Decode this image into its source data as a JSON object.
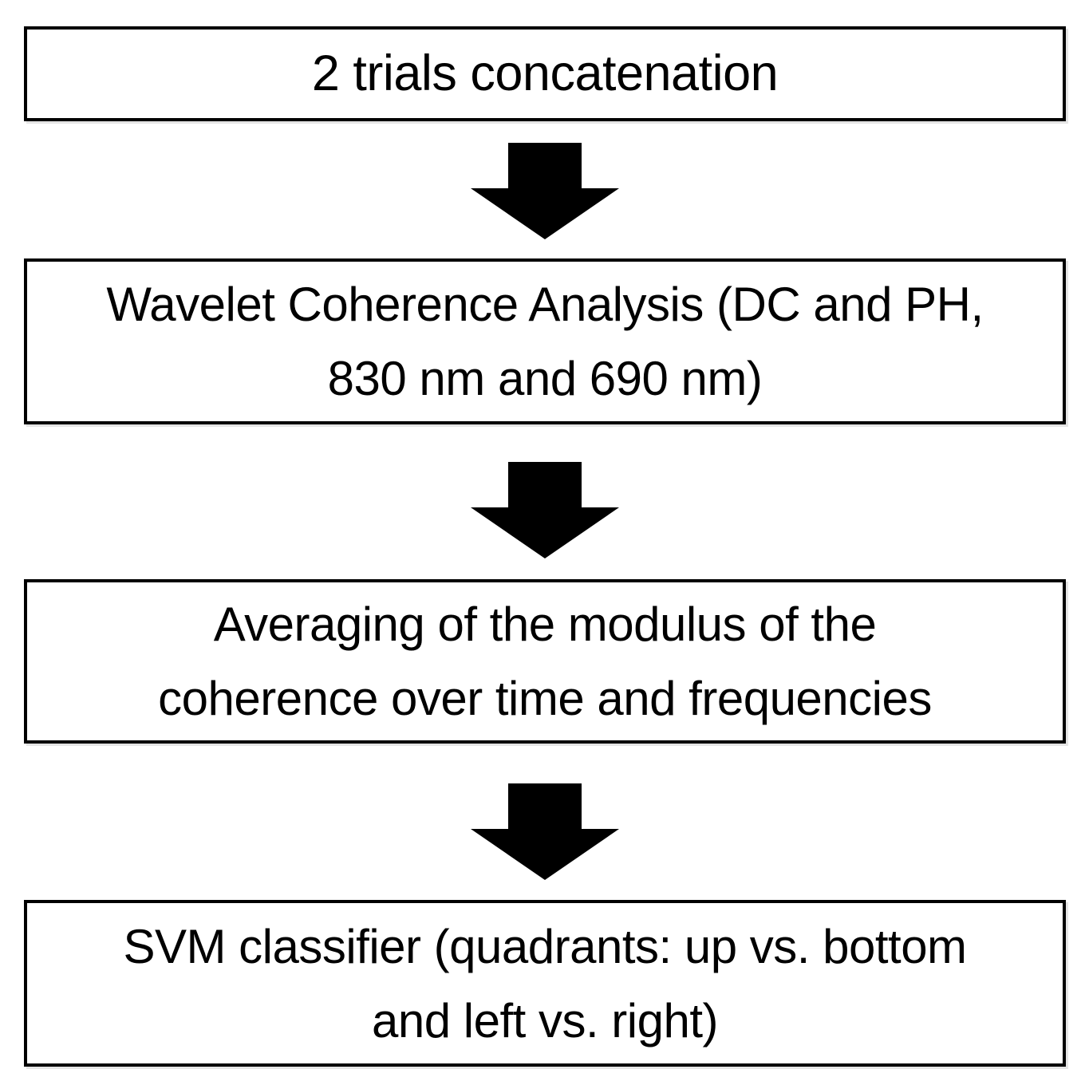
{
  "diagram": {
    "title": "fNIRS processing pipeline flowchart",
    "background_color": "#ffffff",
    "box_border_color": "#000000",
    "text_color": "#000000",
    "arrow_color": "#000000",
    "boxes": [
      {
        "id": "step-1",
        "lines": [
          "2 trials concatenation"
        ]
      },
      {
        "id": "step-2",
        "lines": [
          "Wavelet Coherence Analysis (DC and PH,",
          "830 nm and 690 nm)"
        ]
      },
      {
        "id": "step-3",
        "lines": [
          "Averaging of the modulus of the",
          "coherence over time and frequencies"
        ]
      },
      {
        "id": "step-4",
        "lines": [
          "SVM classifier (quadrants: up vs. bottom",
          "and left vs. right)"
        ]
      }
    ],
    "connectors": [
      {
        "from": "step-1",
        "to": "step-2",
        "type": "down-block-arrow"
      },
      {
        "from": "step-2",
        "to": "step-3",
        "type": "down-block-arrow"
      },
      {
        "from": "step-3",
        "to": "step-4",
        "type": "down-block-arrow"
      }
    ]
  }
}
